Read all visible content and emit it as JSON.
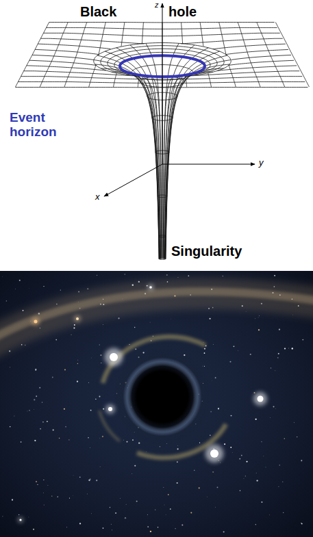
{
  "diagram": {
    "labels": [
      "Black",
      "z",
      "hole",
      "Event horizon",
      "x",
      "y",
      "Singularity"
    ]
  }
}
